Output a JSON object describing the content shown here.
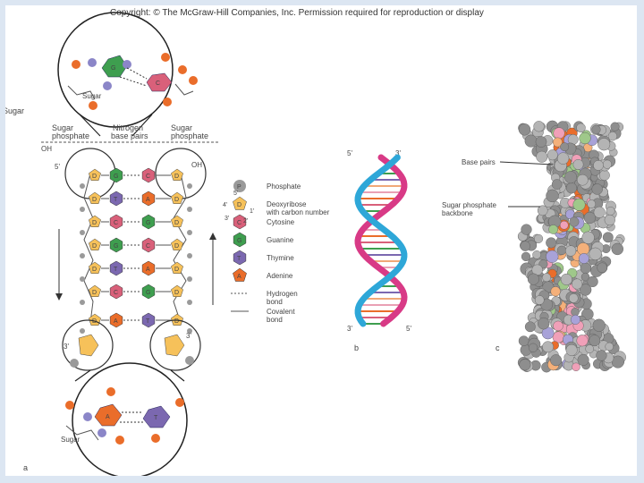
{
  "copyright": "Copyright: © The McGraw-Hill Companies, Inc. Permission required for reproduction or display",
  "panel_a": {
    "letter": "a",
    "sugar_top": "Sugar",
    "sugar_left": "Sugar",
    "sugar_bottom": "Sugar",
    "col_sugar_phosphate_left": [
      "Sugar",
      "phosphate"
    ],
    "col_nitrogen_base_pairs": [
      "Nitrogen",
      "base pairs"
    ],
    "col_sugar_phosphate_right": [
      "Sugar",
      "phosphate"
    ],
    "end_5": "5'",
    "end_3": "3'",
    "oh": "OH"
  },
  "legend": {
    "items": [
      {
        "symbol": "P",
        "label": "Phosphate",
        "color": "#9a9a9a"
      },
      {
        "symbol": "D",
        "label": "Deoxyribose with carbon number",
        "color": "#f6c15a"
      },
      {
        "symbol": "C",
        "label": "Cytosine",
        "color": "#d9607a"
      },
      {
        "symbol": "G",
        "label": "Guanine",
        "color": "#3e9e4f"
      },
      {
        "symbol": "T",
        "label": "Thymine",
        "color": "#7b68b0"
      },
      {
        "symbol": "A",
        "label": "Adenine",
        "color": "#ea6d2a"
      },
      {
        "symbol": "",
        "label": "Hydrogen bond",
        "color": "#555555"
      },
      {
        "symbol": "",
        "label": "Covalent bond",
        "color": "#555555"
      }
    ],
    "carbon_numbers": [
      "5'",
      "4'",
      "1'",
      "3'",
      "2'"
    ]
  },
  "panel_b": {
    "letter": "b",
    "top_5": "5'",
    "top_3": "3'",
    "bottom_3": "3'",
    "bottom_5": "5'"
  },
  "panel_c": {
    "letter": "c",
    "label_base_pairs": "Base pairs",
    "label_backbone": [
      "Sugar phosphate",
      "backbone"
    ]
  },
  "colors": {
    "phosphate": "#9a9a9a",
    "deoxyribose": "#f6c15a",
    "cytosine": "#d9607a",
    "guanine": "#3e9e4f",
    "thymine": "#7b68b0",
    "adenine": "#ea6d2a",
    "strand_pink": "#d83a86",
    "strand_blue": "#2ea7d8"
  }
}
